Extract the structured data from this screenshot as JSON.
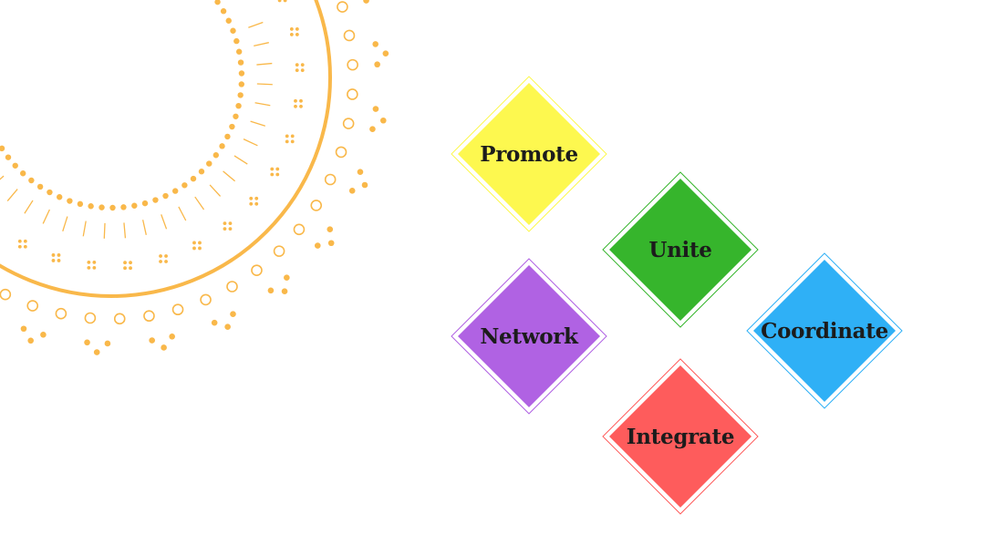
{
  "decoration": {
    "color": "#f9b84a",
    "name": "sun-mandala-ornament"
  },
  "diamonds": [
    {
      "id": "promote",
      "label": "Promote",
      "fill": "#fdf84f",
      "border": "#fdf84f"
    },
    {
      "id": "unite",
      "label": "Unite",
      "fill": "#36b52c",
      "border": "#36b52c"
    },
    {
      "id": "network",
      "label": "Network",
      "fill": "#b062e3",
      "border": "#b062e3"
    },
    {
      "id": "coordinate",
      "label": "Coordinate",
      "fill": "#2fb0f6",
      "border": "#2fb0f6"
    },
    {
      "id": "integrate",
      "label": "Integrate",
      "fill": "#fe5c5c",
      "border": "#fe5c5c"
    }
  ]
}
